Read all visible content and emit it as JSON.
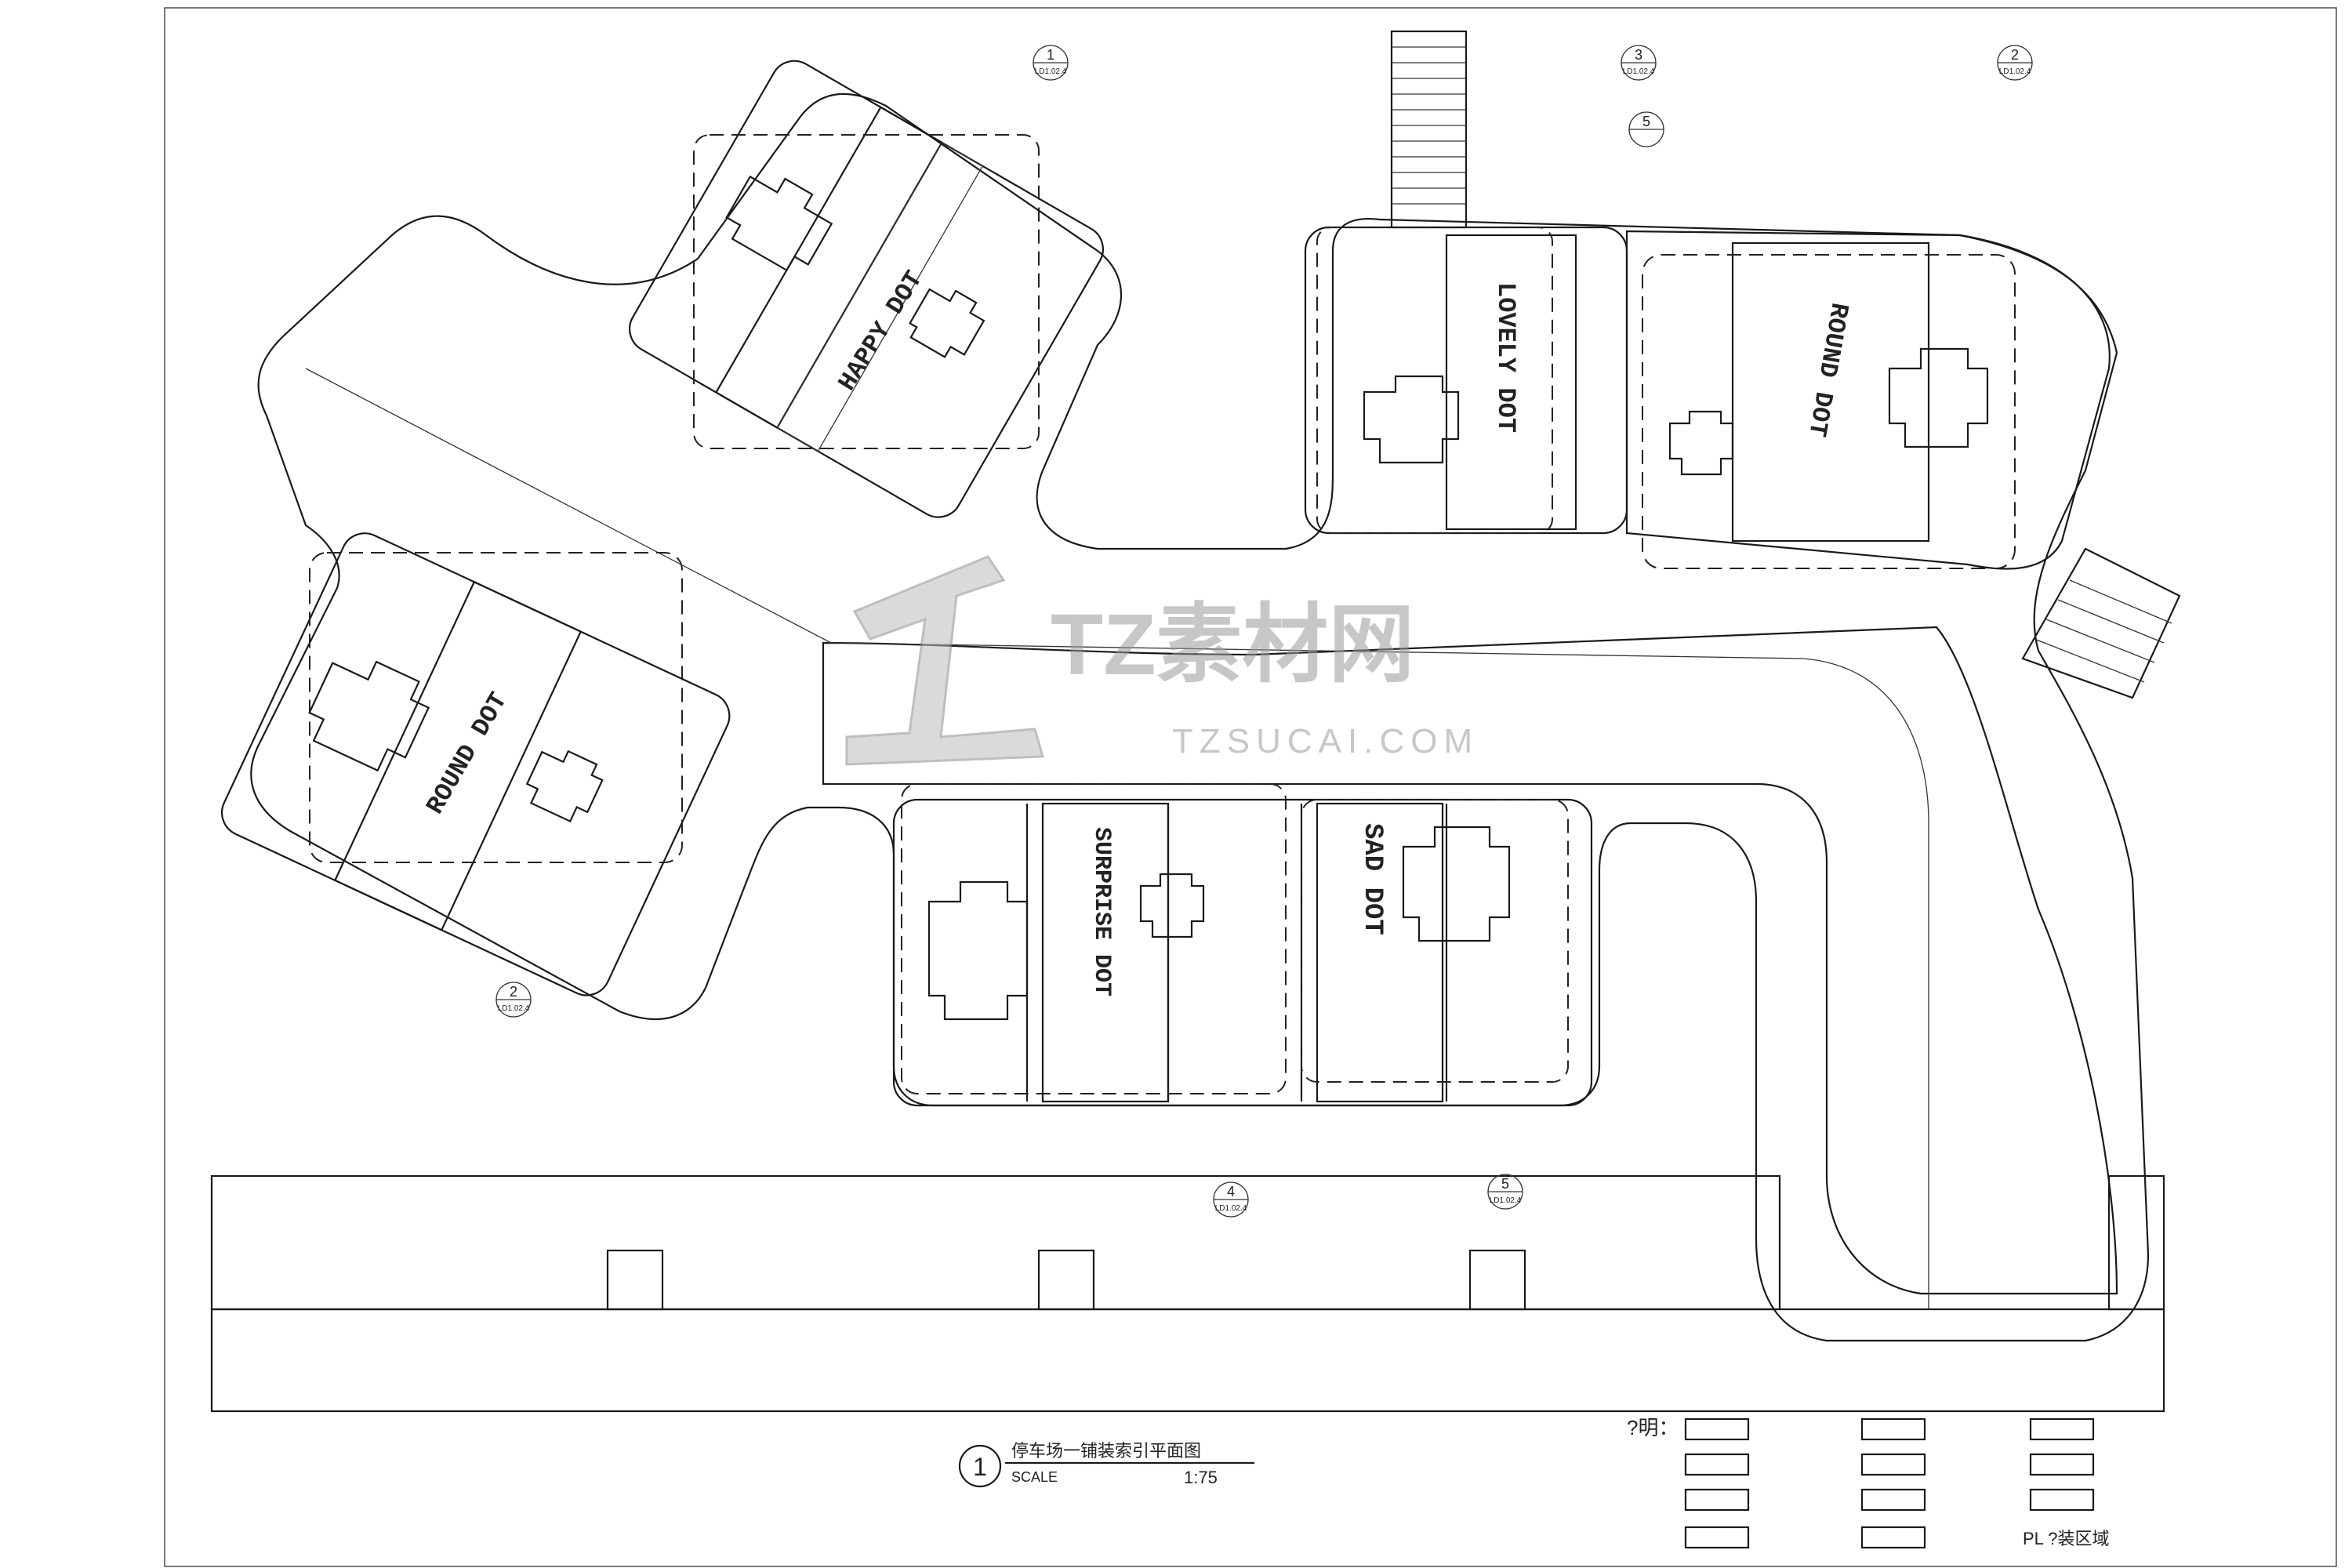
{
  "drawing": {
    "title": "停车场一铺装索引平面图",
    "number": "1",
    "scale_label": "SCALE",
    "scale_value": "1:75"
  },
  "watermark": {
    "name": "TZ素材网",
    "url": "TZSUCAI.COM"
  },
  "legend": {
    "heading": "?明：",
    "install_area_label": "PL ?装区域"
  },
  "section_markers": [
    {
      "num": "1",
      "ref": "LD1.02.4"
    },
    {
      "num": "3",
      "ref": "LD1.02.4"
    },
    {
      "num": "2",
      "ref": "LD1.02.4"
    },
    {
      "num": "5",
      "ref": ""
    },
    {
      "num": "2",
      "ref": "LD1.02.4"
    },
    {
      "num": "4",
      "ref": "LD1.02.4"
    },
    {
      "num": "5",
      "ref": "LD1.02.4"
    }
  ],
  "slot_texts": [
    "HAPPY DOT",
    "LOVELY DOT",
    "ROUND DOT",
    "ROUND DOT",
    "SURPRISE DOT",
    "SAD DOT"
  ],
  "colors": {
    "line": "#1a1a1a",
    "paving": "#f4f4f4",
    "brick": "#e6e6e6",
    "watermark": "#9a9a9a"
  }
}
